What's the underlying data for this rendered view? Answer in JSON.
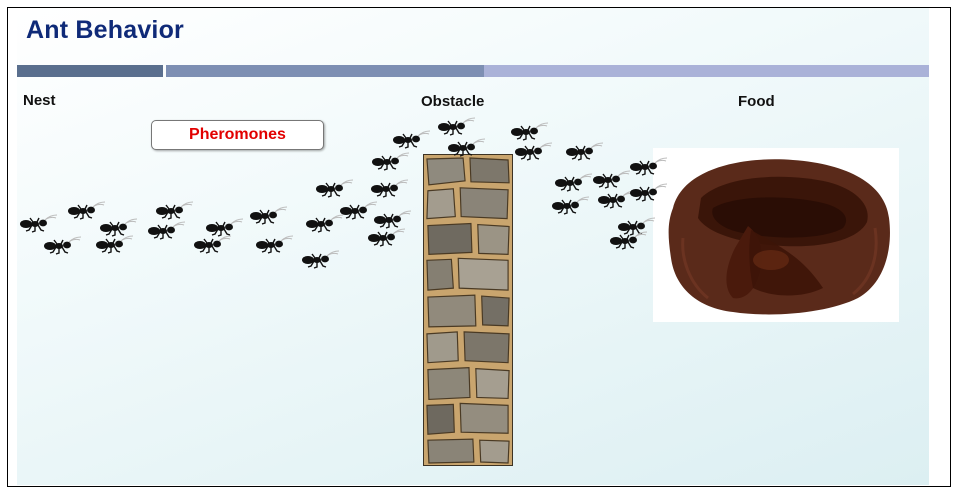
{
  "slide": {
    "title": "Ant Behavior",
    "labels": {
      "nest": "Nest",
      "obstacle": "Obstacle",
      "food": "Food"
    },
    "callout": "Pheromones"
  },
  "icons": {
    "ant": "ant-icon",
    "obstacle": "stone-wall-image",
    "food": "chocolate-lava-cake-image"
  },
  "colors": {
    "title": "#0f2a78",
    "callout_text": "#e20000",
    "bar_dark": "#5a6f8e",
    "bar_mid": "#7d8fb3",
    "bar_light": "#aab2d8"
  }
}
